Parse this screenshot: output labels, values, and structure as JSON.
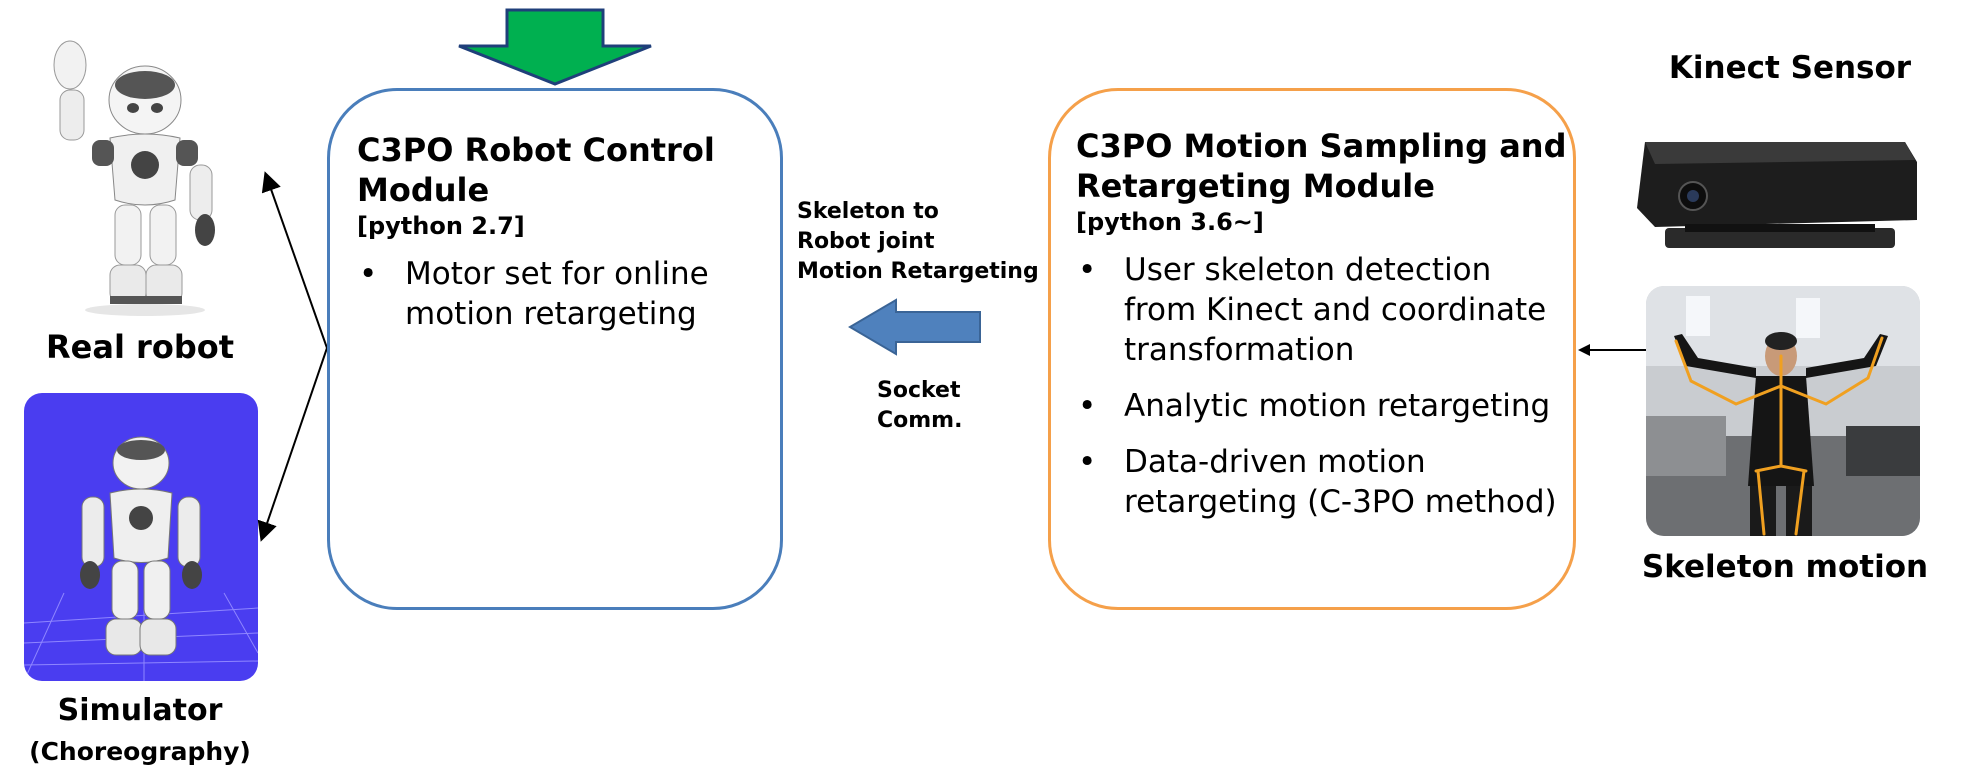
{
  "left_module": {
    "title_line1": "C3PO Robot Control",
    "title_line2": "Module",
    "subtitle": "[python 2.7]",
    "bullets": [
      {
        "line1": "Motor set for online",
        "line2": "motion retargeting"
      }
    ]
  },
  "right_module": {
    "title_line1": "C3PO Motion Sampling and",
    "title_line2": "Retargeting Module",
    "subtitle": "[python 3.6~]",
    "bullets": [
      {
        "line1": "User skeleton detection",
        "line2": "from Kinect and coordinate",
        "line3": "transformation"
      },
      {
        "line1": "Analytic motion retargeting"
      },
      {
        "line1": "Data-driven motion",
        "line2": "retargeting (C-3PO method)"
      }
    ]
  },
  "bullet_char": "•",
  "arrow_labels": {
    "top_line1": "Skeleton to",
    "top_line2": "Robot joint",
    "top_line3": "Motion Retargeting",
    "bottom_line1": "Socket",
    "bottom_line2": "Comm."
  },
  "labels": {
    "real_robot": "Real robot",
    "simulator": "Simulator",
    "choreography": "(Choreography)",
    "kinect_sensor": "Kinect Sensor",
    "skeleton_motion": "Skeleton motion"
  },
  "colors": {
    "left_border": "#4a7ebb",
    "right_border": "#f5a04a",
    "blue_arrow": "#4f81bd",
    "green_arrow": "#00b050",
    "simulator_bg": "#4a3df0",
    "skeleton_lines": "#f0a020"
  }
}
